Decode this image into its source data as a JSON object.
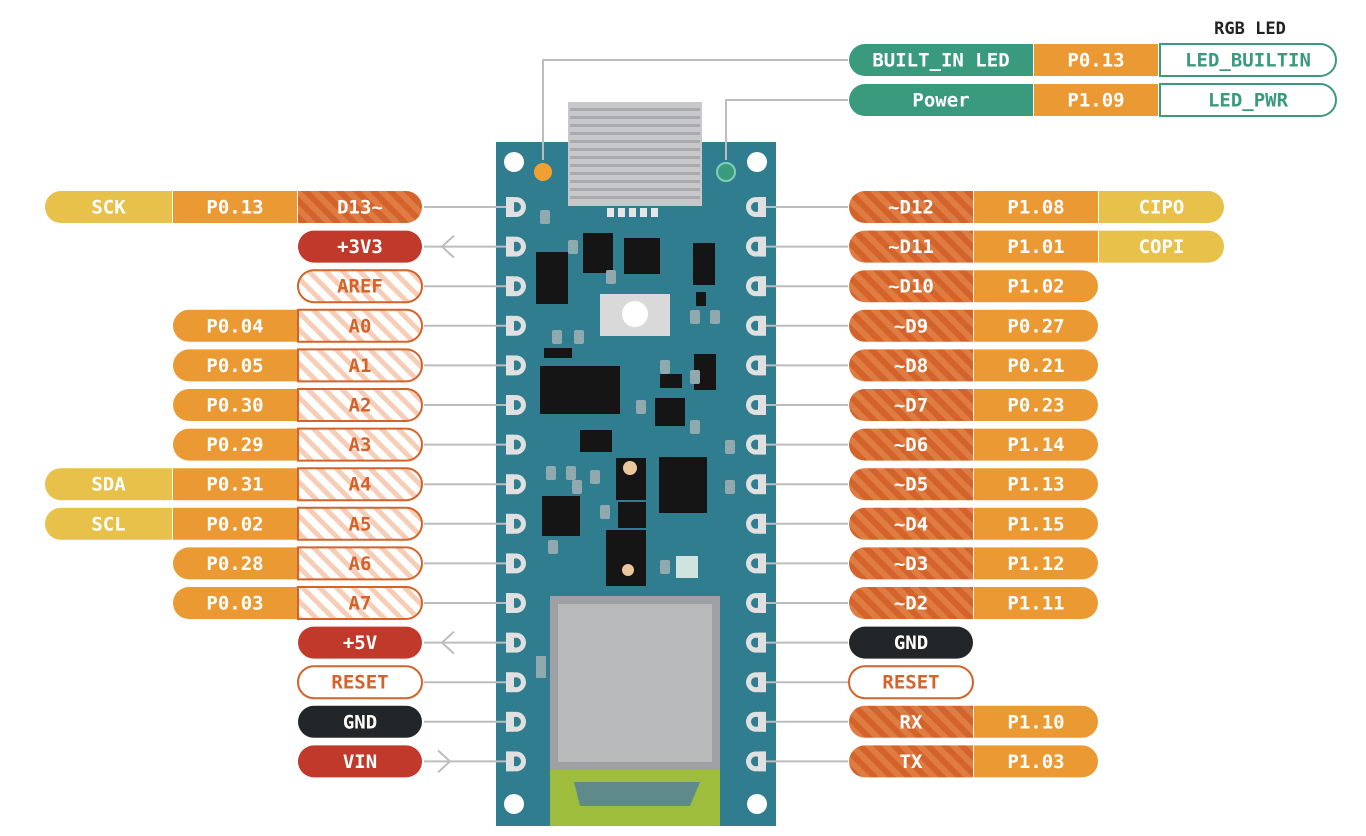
{
  "header": {
    "rgb_led_label": "RGB LED"
  },
  "leds": [
    {
      "name": "BUILT_IN LED",
      "port": "P0.13",
      "macro": "LED_BUILTIN",
      "led_color": "#f0a030"
    },
    {
      "name": "Power",
      "port": "P1.09",
      "macro": "LED_PWR",
      "led_color": "#3a9a7e"
    }
  ],
  "left_pins": [
    {
      "extra": "SCK",
      "port": "P0.13",
      "pin": "D13~",
      "kind": "digital"
    },
    {
      "extra": "",
      "port": "",
      "pin": "+3V3",
      "kind": "power",
      "arrow": "out"
    },
    {
      "extra": "",
      "port": "",
      "pin": "AREF",
      "kind": "analog-plain"
    },
    {
      "extra": "",
      "port": "P0.04",
      "pin": "A0",
      "kind": "analog"
    },
    {
      "extra": "",
      "port": "P0.05",
      "pin": "A1",
      "kind": "analog"
    },
    {
      "extra": "",
      "port": "P0.30",
      "pin": "A2",
      "kind": "analog"
    },
    {
      "extra": "",
      "port": "P0.29",
      "pin": "A3",
      "kind": "analog"
    },
    {
      "extra": "SDA",
      "port": "P0.31",
      "pin": "A4",
      "kind": "analog"
    },
    {
      "extra": "SCL",
      "port": "P0.02",
      "pin": "A5",
      "kind": "analog"
    },
    {
      "extra": "",
      "port": "P0.28",
      "pin": "A6",
      "kind": "analog"
    },
    {
      "extra": "",
      "port": "P0.03",
      "pin": "A7",
      "kind": "analog"
    },
    {
      "extra": "",
      "port": "",
      "pin": "+5V",
      "kind": "power",
      "arrow": "out"
    },
    {
      "extra": "",
      "port": "",
      "pin": "RESET",
      "kind": "reset"
    },
    {
      "extra": "",
      "port": "",
      "pin": "GND",
      "kind": "gnd"
    },
    {
      "extra": "",
      "port": "",
      "pin": "VIN",
      "kind": "power",
      "arrow": "in"
    }
  ],
  "right_pins": [
    {
      "pin": "~D12",
      "port": "P1.08",
      "extra": "CIPO",
      "kind": "digital"
    },
    {
      "pin": "~D11",
      "port": "P1.01",
      "extra": "COPI",
      "kind": "digital"
    },
    {
      "pin": "~D10",
      "port": "P1.02",
      "extra": "",
      "kind": "digital"
    },
    {
      "pin": "~D9",
      "port": "P0.27",
      "extra": "",
      "kind": "digital"
    },
    {
      "pin": "~D8",
      "port": "P0.21",
      "extra": "",
      "kind": "digital"
    },
    {
      "pin": "~D7",
      "port": "P0.23",
      "extra": "",
      "kind": "digital"
    },
    {
      "pin": "~D6",
      "port": "P1.14",
      "extra": "",
      "kind": "digital"
    },
    {
      "pin": "~D5",
      "port": "P1.13",
      "extra": "",
      "kind": "digital"
    },
    {
      "pin": "~D4",
      "port": "P1.15",
      "extra": "",
      "kind": "digital"
    },
    {
      "pin": "~D3",
      "port": "P1.12",
      "extra": "",
      "kind": "digital"
    },
    {
      "pin": "~D2",
      "port": "P1.11",
      "extra": "",
      "kind": "digital"
    },
    {
      "pin": "GND",
      "port": "",
      "extra": "",
      "kind": "gnd"
    },
    {
      "pin": "RESET",
      "port": "",
      "extra": "",
      "kind": "reset"
    },
    {
      "pin": "RX",
      "port": "P1.10",
      "extra": "",
      "kind": "digital"
    },
    {
      "pin": "TX",
      "port": "P1.03",
      "extra": "",
      "kind": "digital"
    }
  ],
  "colors": {
    "board": "#2f7d8f",
    "digital": "#d3632a",
    "port": "#eb9a33",
    "extra": "#e8c14a",
    "power": "#c1392b",
    "gnd": "#232628",
    "analog_outline": "#d3632a",
    "led_name": "#3a9a7e",
    "led_macro_text": "#3a9a7e",
    "pad": "#e0e0e0",
    "chip": "#151515",
    "module": "#b8b9bb",
    "usb": "#9aa5a8"
  }
}
